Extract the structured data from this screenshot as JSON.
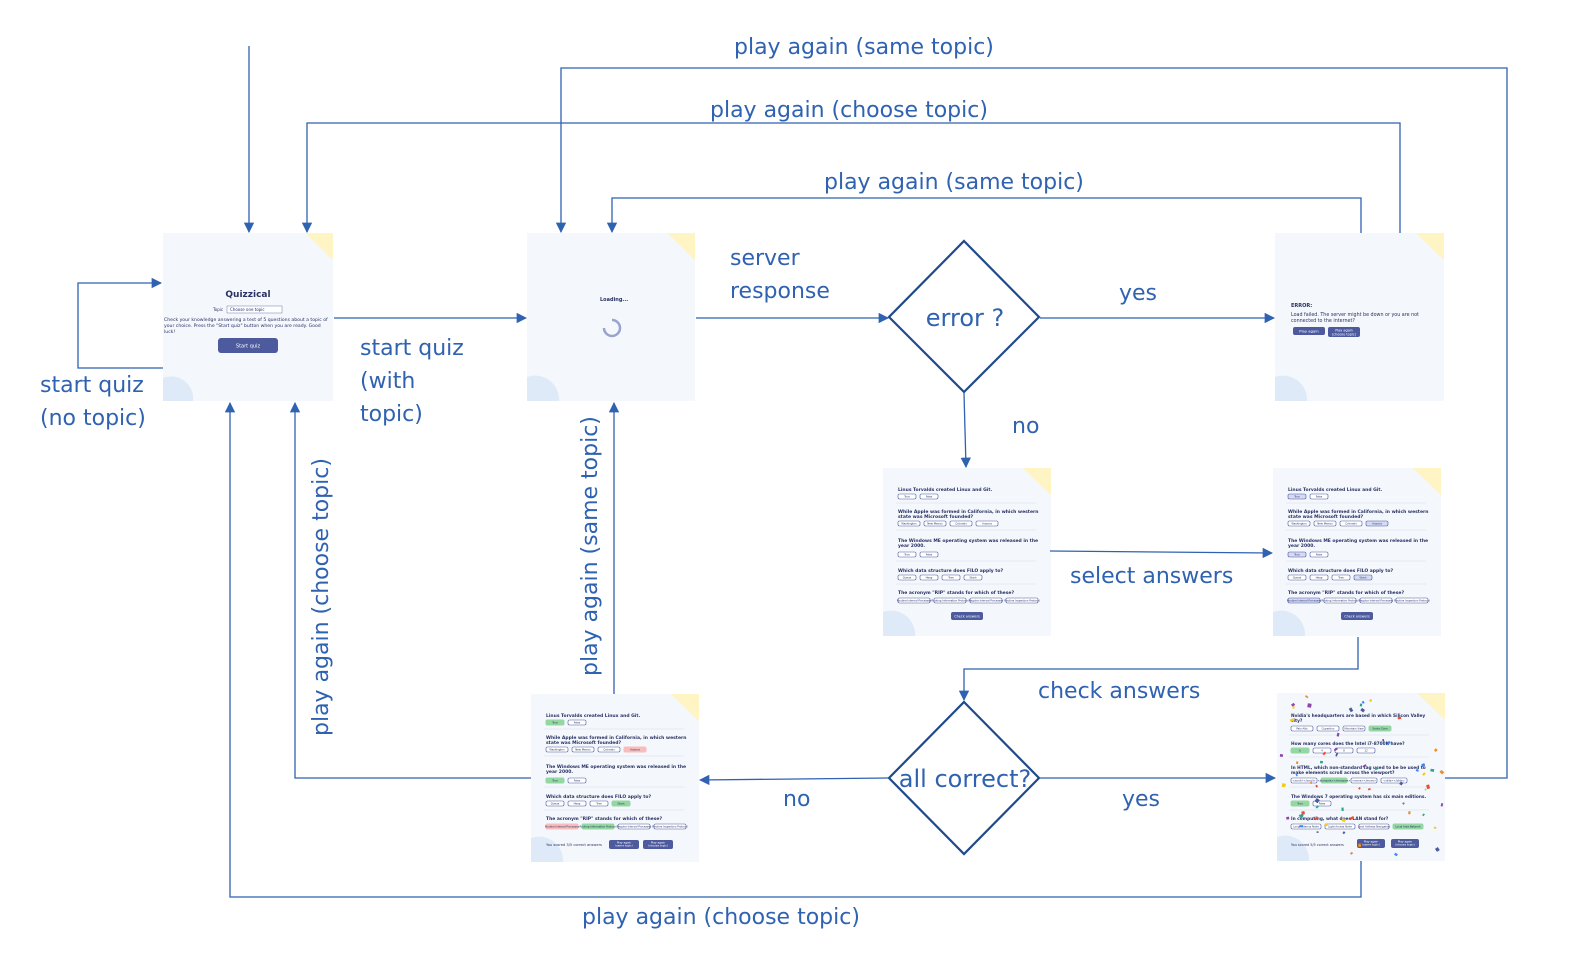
{
  "flow_labels": {
    "play_again_same_top": "play again (same topic)",
    "play_again_choose_top": "play again (choose topic)",
    "play_again_same_inner": "play again (same topic)",
    "start_quiz_no_topic_1": "start quiz",
    "start_quiz_no_topic_2": "(no topic)",
    "start_quiz_with_1": "start quiz",
    "start_quiz_with_2": "(with",
    "start_quiz_with_3": "topic)",
    "server_response_1": "server",
    "server_response_2": "response",
    "yes_error": "yes",
    "no_error": "no",
    "select_answers": "select answers",
    "check_answers": "check answers",
    "no_correct": "no",
    "yes_correct": "yes",
    "play_again_choose_vertical": "play again (choose topic)",
    "play_again_same_vertical": "play again (same topic)",
    "play_again_choose_bottom": "play again (choose topic)"
  },
  "decisions": {
    "error": "error ?",
    "all_correct": "all correct?"
  },
  "screens": {
    "start": {
      "title": "Quizzical",
      "topic_label": "Topic",
      "topic_value": "Choose one topic",
      "desc1": "Check your knowledge answering a test of 5 questions about a topic of",
      "desc2": "your choice. Press the \"Start quiz\" button when you are ready. Good",
      "desc3": "luck!",
      "button": "Start quiz"
    },
    "loading": {
      "text": "Loading..."
    },
    "error": {
      "title": "ERROR:",
      "msg1": "Load failed. The server might be down or you are not",
      "msg2": "connected to the internet?",
      "btn1": "Play again",
      "btn2a": "Play again",
      "btn2b": "(choose topic)"
    },
    "quiz": {
      "q1": "Linus Torvalds created Linux and Git.",
      "q1_opts": [
        "True",
        "False"
      ],
      "q2a": "While Apple was formed in California, in which western",
      "q2b": "state was Microsoft founded?",
      "q2_opts": [
        "Washington",
        "New Mexico",
        "Colorado",
        "Arizona"
      ],
      "q3a": "The Windows ME operating system was released in the",
      "q3b": "year 2000.",
      "q3_opts": [
        "True",
        "False"
      ],
      "q4": "Which data structure does FILO apply to?",
      "q4_opts": [
        "Queue",
        "Heap",
        "Tree",
        "Stack"
      ],
      "q5": "The acronym \"RIP\" stands for which of these?",
      "q5_opts": [
        "Routine Internal Processes",
        "Routing Information Protocol",
        "Regular Interval Processes",
        "Routine Inspection Protocol"
      ],
      "check_button": "Check answers"
    },
    "result_fail": {
      "score": "You scored 3/5 correct answers",
      "btn1a": "Play again",
      "btn1b": "(same topic)",
      "btn2a": "Play again",
      "btn2b": "(choose topic)"
    },
    "result_win": {
      "q1a": "Nvidia's headquarters are based in which Silicon Valley",
      "q1b": "city?",
      "q1_opts": [
        "Palo Alto",
        "Cupertino",
        "Mountain View",
        "Santa Clara"
      ],
      "q2": "How many cores does the Intel i7-8700K have?",
      "q2_opts": [
        "6",
        "4",
        "8",
        "12"
      ],
      "q3a": "In HTML, which non-standard tag used to be be used to",
      "q3b": "make elements scroll across the viewport?",
      "q3_opts": [
        "<scroll></scroll>",
        "<marquee></marquee>",
        "<move></move>",
        "<slide></slide>"
      ],
      "q4": "The Windows 7 operating system has six main editions.",
      "q4_opts": [
        "True",
        "False"
      ],
      "q5": "In computing, what does LAN stand for?",
      "q5_opts": [
        "Long Antenna Node",
        "Light Access Node",
        "Land Address Navigation",
        "Local Area Network"
      ],
      "score": "You scored 5/5 correct answers",
      "btn1a": "Play again",
      "btn1b": "(same topic)",
      "btn2a": "Play again",
      "btn2b": "(choose topic)"
    }
  },
  "colors": {
    "flow": "#2f62b1",
    "diamond_stroke": "#1f4a8c",
    "screen_bg": "#f4f7fb",
    "button": "#4d5b9e",
    "correct": "#94d7a2",
    "wrong": "#f8bcbc"
  }
}
